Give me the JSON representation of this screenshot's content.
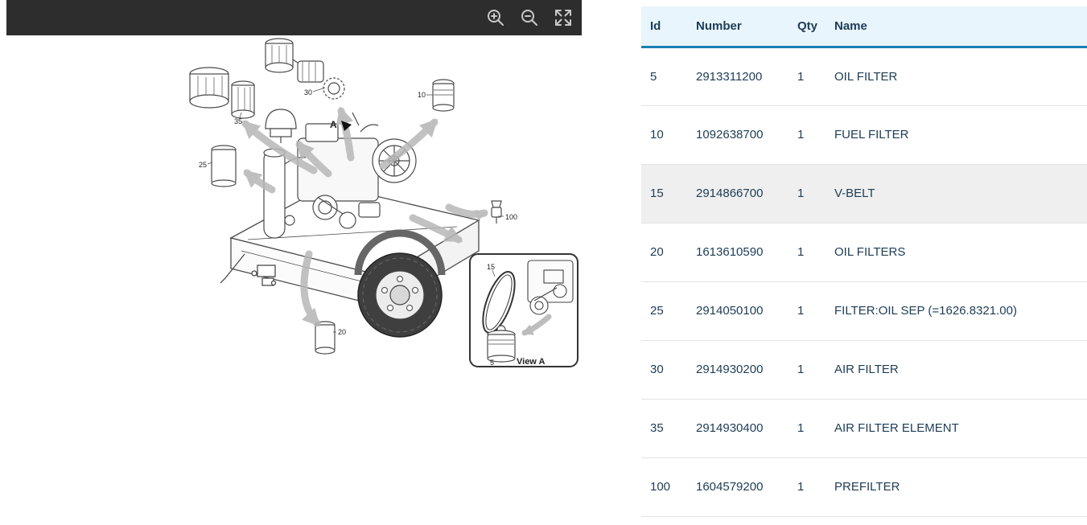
{
  "toolbar": {
    "icons": [
      "zoom-in",
      "zoom-out",
      "fullscreen"
    ]
  },
  "diagram": {
    "marker_a": "A",
    "view_a_label": "View A",
    "callouts": {
      "air_filter": "30",
      "fuel_filter": "10",
      "air_filter_element": "35",
      "oil_sep_filter": "25",
      "prefilter": "100",
      "oil_filters": "20"
    },
    "inset": {
      "v_belt": "15",
      "oil_filter": "5"
    }
  },
  "table": {
    "columns": [
      "Id",
      "Number",
      "Qty",
      "Name"
    ],
    "rows": [
      {
        "id": "5",
        "number": "2913311200",
        "qty": "1",
        "name": "OIL FILTER"
      },
      {
        "id": "10",
        "number": "1092638700",
        "qty": "1",
        "name": "FUEL FILTER"
      },
      {
        "id": "15",
        "number": "2914866700",
        "qty": "1",
        "name": "V-BELT"
      },
      {
        "id": "20",
        "number": "1613610590",
        "qty": "1",
        "name": "OIL FILTERS"
      },
      {
        "id": "25",
        "number": "2914050100",
        "qty": "1",
        "name": "FILTER:OIL SEP (=1626.8321.00)"
      },
      {
        "id": "30",
        "number": "2914930200",
        "qty": "1",
        "name": "AIR FILTER"
      },
      {
        "id": "35",
        "number": "2914930400",
        "qty": "1",
        "name": "AIR FILTER ELEMENT"
      },
      {
        "id": "100",
        "number": "1604579200",
        "qty": "1",
        "name": "PREFILTER"
      }
    ],
    "selected_row_id": "15"
  },
  "colors": {
    "toolbar_bg": "#2d2d2d",
    "header_bg": "#e9f5fc",
    "header_border": "#1b7fb4",
    "selected_row_bg": "#efefef",
    "text": "#1d3c55",
    "arrow_gray": "#b8b8b8"
  }
}
